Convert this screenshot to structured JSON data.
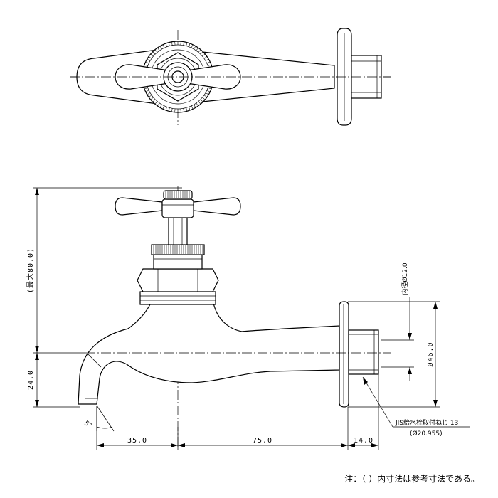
{
  "dimensions": {
    "max_height": "(最大80.0)",
    "spout_height": "24.0",
    "angle": "5°",
    "spout_length": "35.0",
    "body_length": "75.0",
    "thread_length": "14.0",
    "flange_diameter": "Ø46.0",
    "inner_diameter": "内径Ø12.0"
  },
  "callout": {
    "line1": "JIS給水栓取付ねじ 13",
    "line2": "(Ø20.955)"
  },
  "note": "注：（ ）内寸法は参考寸法である。"
}
